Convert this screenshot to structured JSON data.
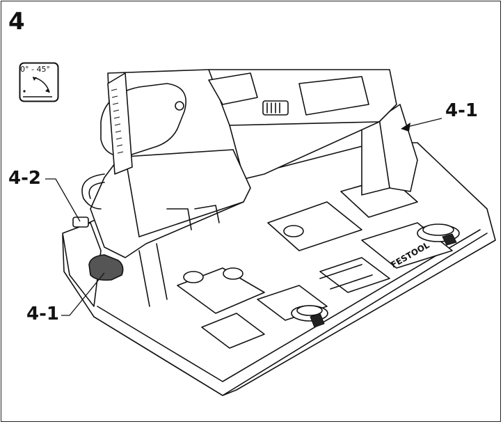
{
  "step": {
    "number": "4"
  },
  "angle_icon": {
    "label": "0° - 45°"
  },
  "callouts": {
    "lever_right": "4-1",
    "lever_left": "4-1",
    "knob_left": "4-2"
  },
  "brand_mark": "FESTOOL",
  "colors": {
    "line": "#111111",
    "highlight": "#555555",
    "background": "#ffffff"
  }
}
